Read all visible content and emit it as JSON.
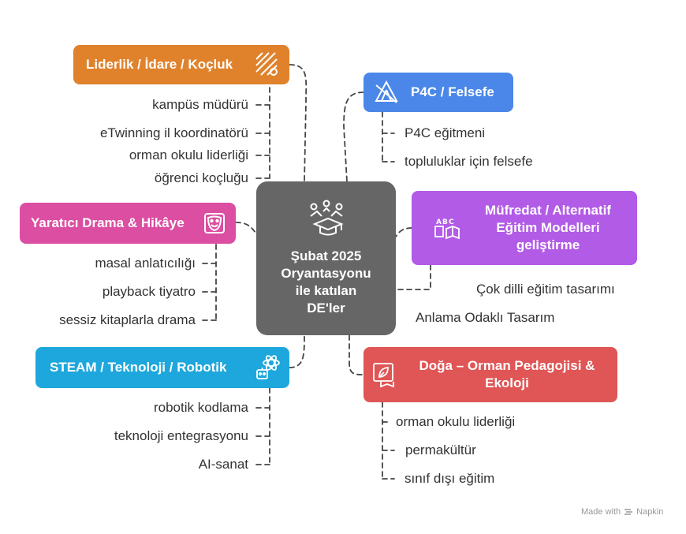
{
  "center": {
    "lines": [
      "Şubat 2025",
      "Oryantasyonu",
      "ile katılan",
      "DE'ler"
    ],
    "icon": "people-graduation-cap-icon"
  },
  "branches": [
    {
      "key": "leadership",
      "title": "Liderlik / İdare / Koçluk",
      "color": "#e0822c",
      "icon": "strategy-icon",
      "items": [
        "kampüs müdürü",
        "eTwinning il koordinatörü",
        "orman okulu liderliği",
        "öğrenci koçluğu"
      ]
    },
    {
      "key": "p4c",
      "title": "P4C / Felsefe",
      "color": "#4a87e8",
      "icon": "tent-icon",
      "items": [
        "P4C eğitmeni",
        "topluluklar için felsefe"
      ]
    },
    {
      "key": "drama",
      "title": "Yaratıcı Drama & Hikâye",
      "color": "#db4ea1",
      "icon": "theater-mask-icon",
      "items": [
        "masal anlatıcılığı",
        "playback tiyatro",
        "sessiz kitaplarla drama"
      ]
    },
    {
      "key": "curriculum",
      "title_lines": [
        "Müfredat / Alternatif",
        "Eğitim Modelleri",
        "geliştirme"
      ],
      "color": "#b25be6",
      "icon": "abc-book-icon",
      "items": [
        "Çok dilli eğitim tasarımı",
        "Anlama Odaklı Tasarım"
      ]
    },
    {
      "key": "steam",
      "title": "STEAM / Teknoloji / Robotik",
      "color": "#1ea7dc",
      "icon": "robot-atom-icon",
      "items": [
        "robotik kodlama",
        "teknoloji entegrasyonu",
        "AI-sanat"
      ]
    },
    {
      "key": "nature",
      "title_lines": [
        "Doğa – Orman Pedagojisi &",
        "Ekoloji"
      ],
      "color": "#e05555",
      "icon": "leaf-book-icon",
      "items": [
        "orman okulu liderliği",
        "permakültür",
        "sınıf dışı eğitim"
      ]
    }
  ],
  "footer": {
    "made_with": "Made with",
    "brand": "Napkin"
  }
}
